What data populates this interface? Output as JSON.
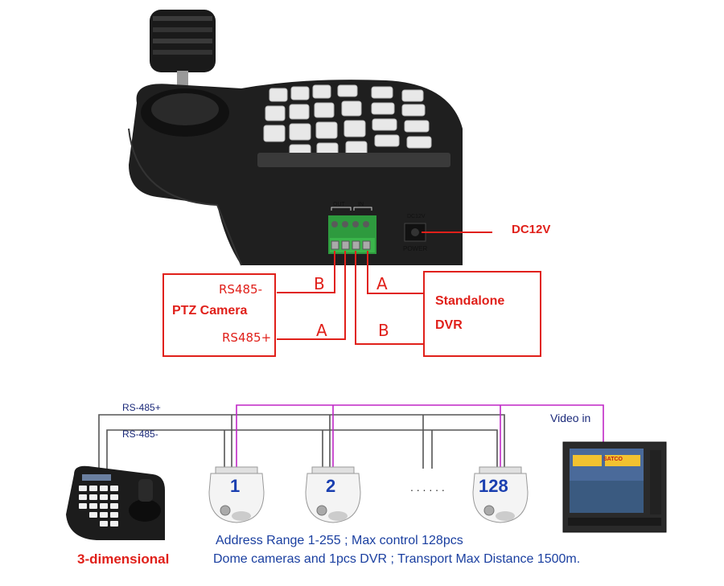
{
  "top": {
    "terminal_out": "OUT",
    "terminal_in": "IN",
    "dc_jack_label": "DC12V",
    "power_label": "POWER",
    "dc12v_callout": "DC12V",
    "ptz_box": {
      "rs485_minus": "RS485-",
      "title": "PTZ Camera",
      "rs485_plus": "RS485+"
    },
    "dvr_box": {
      "line1": "Standalone",
      "line2": "DVR"
    },
    "wire_letters": {
      "ptz_upper": "B",
      "ptz_lower": "A",
      "dvr_upper": "A",
      "dvr_lower": "B"
    }
  },
  "bottom": {
    "bus_plus": "RS-485+",
    "bus_minus": "RS-485-",
    "video_in": "Video in",
    "cameras": [
      "1",
      "2",
      "128"
    ],
    "ellipsis": ". . . . . .",
    "keyboard_label": "3-dimensional",
    "monitor_brand": "SATCO",
    "note_line1": "Address Range 1-255 ; Max control 128pcs",
    "note_line2": "Dome cameras and 1pcs DVR ; Transport Max Distance 1500m."
  },
  "colors": {
    "red": "#e0201a",
    "magenta": "#c026c6",
    "wire_gray": "#555555",
    "note_blue": "#1a3fa0",
    "label_navy": "#1b2a7a",
    "terminal_green": "#2e9a3e"
  },
  "icons": [
    "ptz-keyboard-controller",
    "dome-camera-icon",
    "monitor-icon"
  ]
}
